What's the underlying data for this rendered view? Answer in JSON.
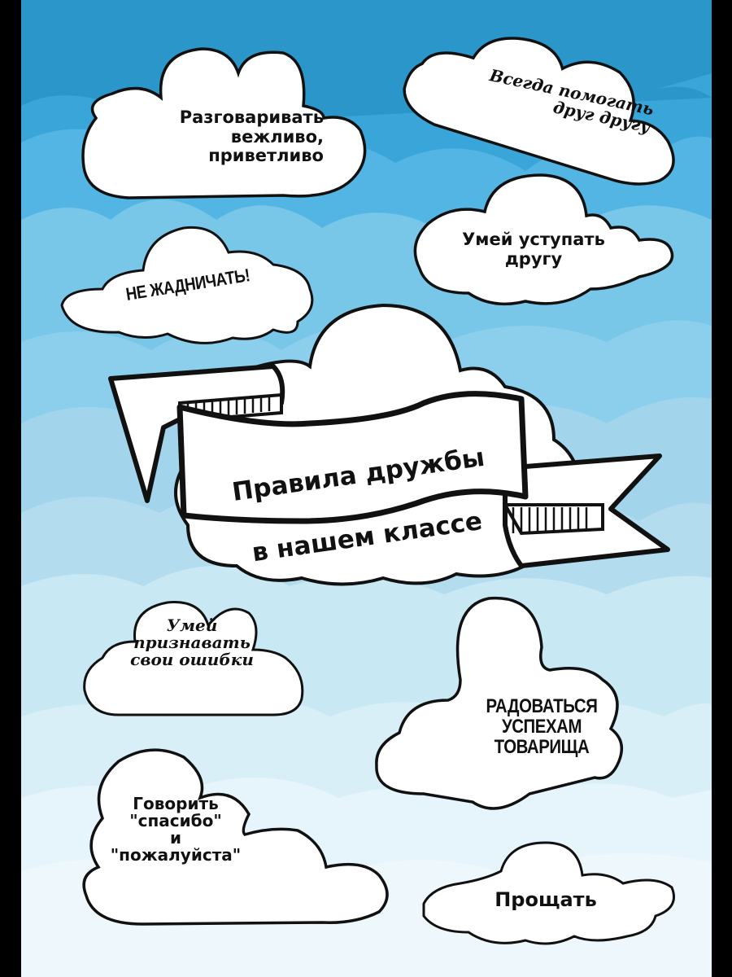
{
  "poster": {
    "title_line1": "Правила дружбы",
    "title_line2": "в нашем классе",
    "colors": {
      "sky_top": "#2a96c9",
      "band1": "#3aa5d9",
      "band2": "#52b5e3",
      "band3": "#78c6e8",
      "band4": "#a2d5eb",
      "band5": "#c5e6f2",
      "band6": "#e0f2f9",
      "band7": "#edf8fc",
      "cloud_fill": "#ffffff",
      "outline": "#111111"
    }
  },
  "rules": [
    {
      "id": "polite",
      "text": "Разговаривать\nвежливо,\nприветливо"
    },
    {
      "id": "help",
      "text": "Всегда помогать\nдруг другу"
    },
    {
      "id": "yield",
      "text": "Умей уступать\nдругу"
    },
    {
      "id": "not-greedy",
      "text": "НЕ ЖАДНИЧАТЬ!"
    },
    {
      "id": "admit",
      "text": "Умей\nпризнавать\nсвои ошибки"
    },
    {
      "id": "rejoice",
      "text": "РАДОВАТЬСЯ\nУСПЕХАМ\nТОВАРИЩА"
    },
    {
      "id": "thanks",
      "text": "Говорить\n\"спасибо\"\nи\n\"пожалуйста\""
    },
    {
      "id": "forgive",
      "text": "Прощать"
    }
  ]
}
